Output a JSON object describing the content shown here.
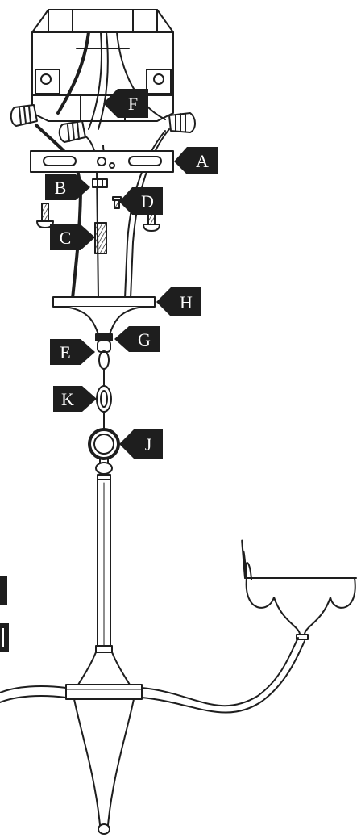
{
  "callouts": [
    {
      "id": "A",
      "text": "A"
    },
    {
      "id": "B",
      "text": "B"
    },
    {
      "id": "C",
      "text": "C"
    },
    {
      "id": "D",
      "text": "D"
    },
    {
      "id": "E",
      "text": "E"
    },
    {
      "id": "F",
      "text": "F"
    },
    {
      "id": "G",
      "text": "G"
    },
    {
      "id": "H",
      "text": "H"
    },
    {
      "id": "J",
      "text": "J"
    },
    {
      "id": "K",
      "text": "K"
    }
  ],
  "colors": {
    "line": "#1e1e1e",
    "label_bg": "#1e1e1e",
    "label_text": "#ffffff",
    "background": "#ffffff"
  }
}
